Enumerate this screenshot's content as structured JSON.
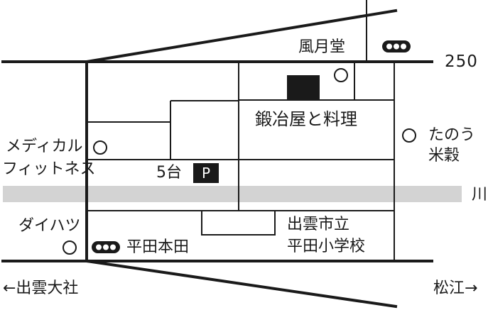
{
  "labels": {
    "fugetsudo": "風月堂",
    "route": "250",
    "restaurant": "鍛冶屋と料理",
    "tanou": "たのう",
    "beikoku": "米穀",
    "medical": "メディカル",
    "fitness": "フィットネス",
    "parking_count": "5台",
    "parking_mark": "P",
    "river": "川",
    "daihatsu": "ダイハツ",
    "school_line1": "出雲市立",
    "school_line2": "平田小学校",
    "station": "平田本田",
    "west": "←出雲大社",
    "east": "松江→"
  },
  "icons": {
    "traffic_light": "traffic-light-icon",
    "landmark": "landmark-circle-icon",
    "destination": "destination-square"
  },
  "colors": {
    "ink": "#1a1a1a",
    "river": "#d3d3d3",
    "background": "#ffffff"
  }
}
